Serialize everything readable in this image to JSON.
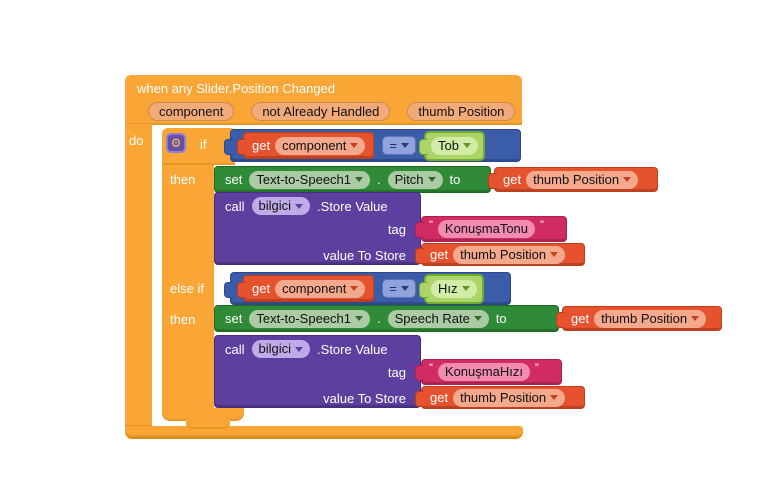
{
  "colors": {
    "event_orange": "#F9A636",
    "math_blue": "#3B5CA8",
    "setter_green": "#2F8B37",
    "method_purple": "#5C3F9E",
    "variable_red_orange": "#E5522D",
    "text_magenta": "#D12B63",
    "option_green": "#ABD568"
  },
  "when_block": {
    "title": "when any Slider.Position Changed",
    "params": [
      "component",
      "not Already Handled",
      "thumb Position"
    ],
    "do_label": "do"
  },
  "if_block": {
    "gear_glyph": "⚙",
    "if_label": "if",
    "then_label_1": "then",
    "else_if_label": "else if",
    "then_label_2": "then"
  },
  "branch1": {
    "condition": {
      "get_label": "get",
      "variable": "component",
      "operator": "=",
      "value": "Tob"
    },
    "set_block": {
      "set_label": "set",
      "component": "Text-to-Speech1",
      "separator": ".",
      "property": "Pitch",
      "to_label": "to"
    },
    "set_value": {
      "get_label": "get",
      "variable": "thumb Position"
    },
    "call_block": {
      "call_label": "call",
      "component": "bilgici",
      "method_label": ".Store Value",
      "tag_label": "tag",
      "value_to_store_label": "value To Store"
    },
    "tag_value": {
      "open_quote": "\"",
      "text": "KonuşmaTonu",
      "close_quote": "\""
    },
    "store_value": {
      "get_label": "get",
      "variable": "thumb Position"
    }
  },
  "branch2": {
    "condition": {
      "get_label": "get",
      "variable": "component",
      "operator": "=",
      "value": "Hız"
    },
    "set_block": {
      "set_label": "set",
      "component": "Text-to-Speech1",
      "separator": ".",
      "property": "Speech Rate",
      "to_label": "to"
    },
    "set_value": {
      "get_label": "get",
      "variable": "thumb Position"
    },
    "call_block": {
      "call_label": "call",
      "component": "bilgici",
      "method_label": ".Store Value",
      "tag_label": "tag",
      "value_to_store_label": "value To Store"
    },
    "tag_value": {
      "open_quote": "\"",
      "text": "KonuşmaHızı",
      "close_quote": "\""
    },
    "store_value": {
      "get_label": "get",
      "variable": "thumb Position"
    }
  }
}
